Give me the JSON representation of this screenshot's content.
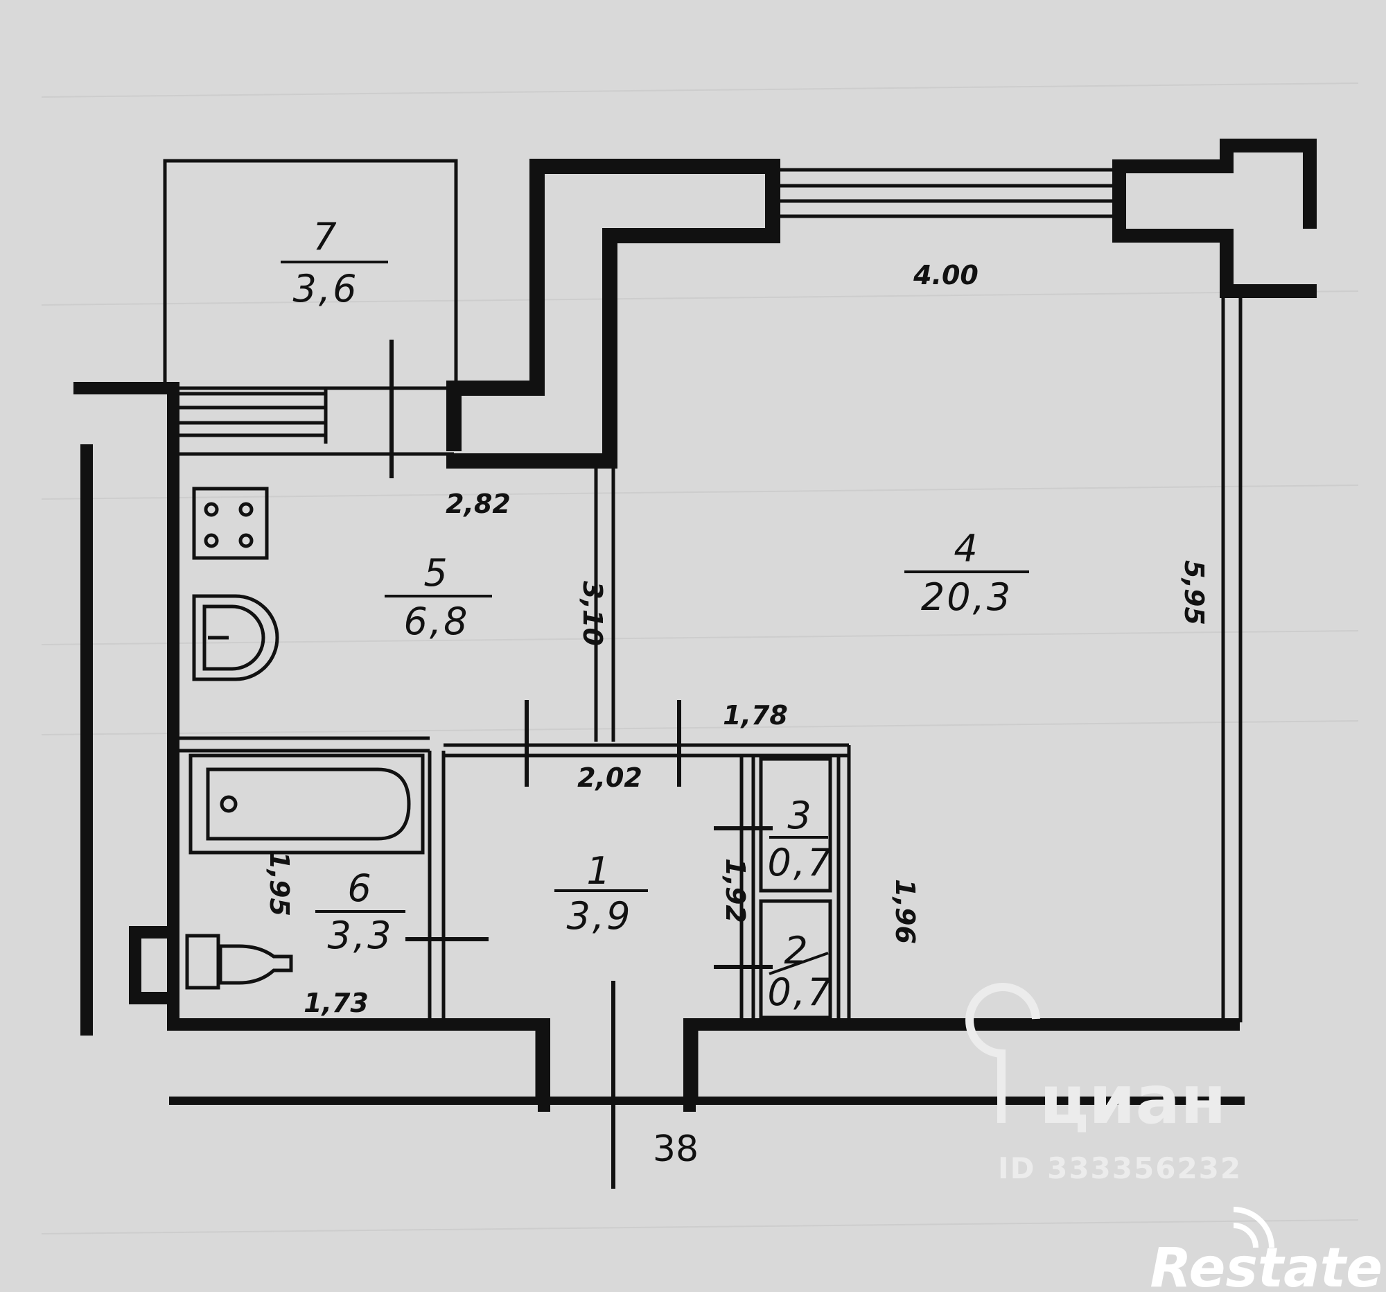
{
  "rooms": [
    {
      "number": "7",
      "area": "3,6"
    },
    {
      "number": "5",
      "area": "6,8"
    },
    {
      "number": "4",
      "area": "20,3"
    },
    {
      "number": "6",
      "area": "3,3"
    },
    {
      "number": "1",
      "area": "3,9"
    },
    {
      "number": "3",
      "area": "0,7"
    },
    {
      "number": "2",
      "area": "0,7"
    }
  ],
  "dimensions": {
    "d_4_00": "4.00",
    "d_2_82": "2,82",
    "d_3_10": "3,10",
    "d_5_95": "5,95",
    "d_1_78": "1,78",
    "d_2_02": "2,02",
    "d_1_95": "1,95",
    "d_1_92": "1,92",
    "d_1_96": "1,96",
    "d_1_73": "1,73"
  },
  "flat_number": "38",
  "watermark": {
    "brand": "циан",
    "listing_id": "ID 333356232"
  },
  "brand_logo": {
    "text": "Restate"
  },
  "colors": {
    "background": "#d9d9d9",
    "walls": "#111111",
    "watermark": "#ececec",
    "logo": "#ffffff"
  }
}
